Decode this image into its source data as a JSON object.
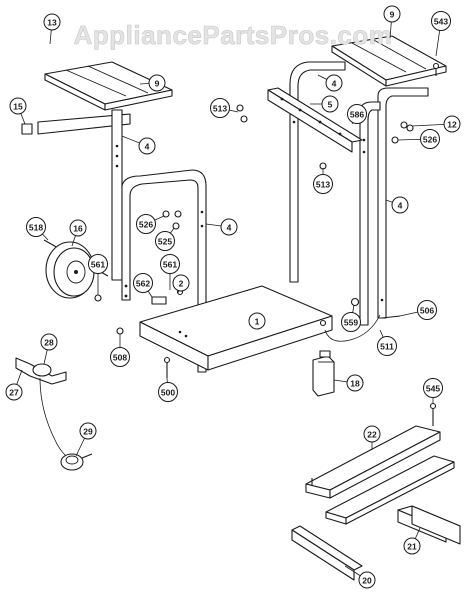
{
  "watermark": "AppliancePartsPros.com",
  "callouts": [
    {
      "id": "c-13-top",
      "label": "13"
    },
    {
      "id": "c-9-left",
      "label": "9"
    },
    {
      "id": "c-9-right",
      "label": "9"
    },
    {
      "id": "c-543-top",
      "label": "543"
    },
    {
      "id": "c-15",
      "label": "15"
    },
    {
      "id": "c-4-a",
      "label": "4"
    },
    {
      "id": "c-4-b",
      "label": "4"
    },
    {
      "id": "c-4-c",
      "label": "4"
    },
    {
      "id": "c-4-d",
      "label": "4"
    },
    {
      "id": "c-513-a",
      "label": "513"
    },
    {
      "id": "c-5",
      "label": "5"
    },
    {
      "id": "c-586",
      "label": "586"
    },
    {
      "id": "c-12",
      "label": "12"
    },
    {
      "id": "c-526-a",
      "label": "526"
    },
    {
      "id": "c-526-b",
      "label": "526"
    },
    {
      "id": "c-513-b",
      "label": "513"
    },
    {
      "id": "c-525",
      "label": "525"
    },
    {
      "id": "c-518",
      "label": "518"
    },
    {
      "id": "c-16",
      "label": "16"
    },
    {
      "id": "c-561-a",
      "label": "561"
    },
    {
      "id": "c-561-b",
      "label": "561"
    },
    {
      "id": "c-562",
      "label": "562"
    },
    {
      "id": "c-2",
      "label": "2"
    },
    {
      "id": "c-1",
      "label": "1"
    },
    {
      "id": "c-559",
      "label": "559"
    },
    {
      "id": "c-506",
      "label": "506"
    },
    {
      "id": "c-511",
      "label": "511"
    },
    {
      "id": "c-508",
      "label": "508"
    },
    {
      "id": "c-28",
      "label": "28"
    },
    {
      "id": "c-27",
      "label": "27"
    },
    {
      "id": "c-29",
      "label": "29"
    },
    {
      "id": "c-500",
      "label": "500"
    },
    {
      "id": "c-18",
      "label": "18"
    },
    {
      "id": "c-545",
      "label": "545"
    },
    {
      "id": "c-22",
      "label": "22"
    },
    {
      "id": "c-21",
      "label": "21"
    },
    {
      "id": "c-20",
      "label": "20"
    }
  ]
}
